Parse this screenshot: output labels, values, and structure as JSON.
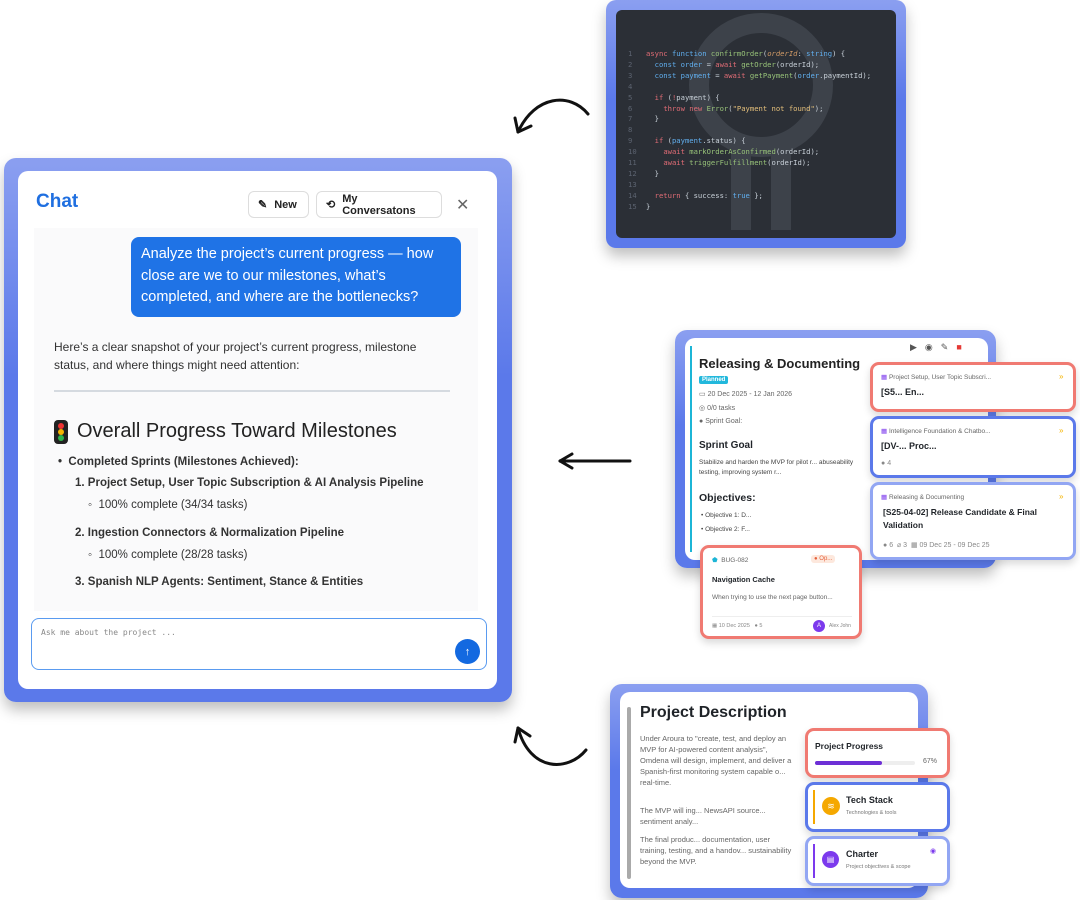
{
  "chat": {
    "title": "Chat",
    "new_label": "New",
    "conversations_label": "My Conversatons",
    "user_message": "Analyze the project’s current progress — how close are we to our milestones, what’s completed, and where are the bottlenecks?",
    "response_intro": "Here’s a clear snapshot of your project’s current progress, milestone status, and where things might need attention:",
    "heading": "Overall Progress Toward Milestones",
    "bullet": "Completed Sprints (Milestones Achieved):",
    "sprints": [
      {
        "num": "1.",
        "name": "Project Setup, User Topic Subscription & AI Analysis Pipeline",
        "detail": "100% complete (34/34 tasks)"
      },
      {
        "num": "2.",
        "name": "Ingestion Connectors & Normalization Pipeline",
        "detail": "100% complete (28/28 tasks)"
      },
      {
        "num": "3.",
        "name": "Spanish NLP Agents: Sentiment, Stance & Entities",
        "detail": ""
      }
    ],
    "input_placeholder": "Ask me about the project ..."
  },
  "code": {
    "lines": [
      "1",
      "2",
      "3",
      "4",
      "5",
      "6",
      "7",
      "8",
      "9",
      "10",
      "11",
      "12",
      "13",
      "14",
      "15"
    ]
  },
  "sprint_card": {
    "title": "Releasing & Documenting",
    "status": "Planned",
    "dates": "20 Dec 2025 - 12 Jan 2026",
    "tasks": "0/0 tasks",
    "goal_label": "Sprint Goal:",
    "goal_heading": "Sprint Goal",
    "goal_text": "Stabilize and harden the MVP for pilot r... abuseability testing, improving system r...",
    "objectives_heading": "Objectives:",
    "objectives": [
      "Objective 1: D...",
      "Objective 2: F..."
    ]
  },
  "task_cards": [
    {
      "sprint": "Project Setup, User Topic Subscri...",
      "title": "[S5... En..."
    },
    {
      "sprint": "Intelligence Foundation & Chatbo...",
      "title": "[DV-... Proc...",
      "comments": "4"
    },
    {
      "sprint": "Releasing & Documenting",
      "title": "[S25-04-02] Release Candidate & Final Validation",
      "comments": "6",
      "attachments": "3",
      "dates": "09 Dec 25 - 09 Dec 25"
    }
  ],
  "bug_card": {
    "id": "BUG-082",
    "status": "Op...",
    "title": "Navigation Cache",
    "description": "When trying to use the next page button...",
    "date": "10 Dec 2025",
    "comments": "5",
    "assignee_initial": "A",
    "assignee": "Alex John"
  },
  "project": {
    "title": "Project Description",
    "paragraphs": [
      "Under Aroura to \"create, test, and deploy an MVP for AI-powered content analysis\", Omdena will design, implement, and deliver a Spanish-first monitoring system capable o... real-time.",
      "The MVP will ing... NewsAPI source... sentiment analy...",
      "The final produc... documentation, user training, testing, and a handov... sustainability beyond the MVP."
    ],
    "progress_label": "Project Progress",
    "progress_percent": 67,
    "progress_text": "67%",
    "tech_title": "Tech Stack",
    "tech_sub": "Technologies & tools",
    "charter_title": "Charter",
    "charter_sub": "Project objectives & scope"
  },
  "colors": {
    "accent": "#1f73e6",
    "frame": "#5b79ea",
    "red_frame": "#f07a72",
    "purple": "#7c3aed",
    "code_bg": "#2b2f36"
  }
}
